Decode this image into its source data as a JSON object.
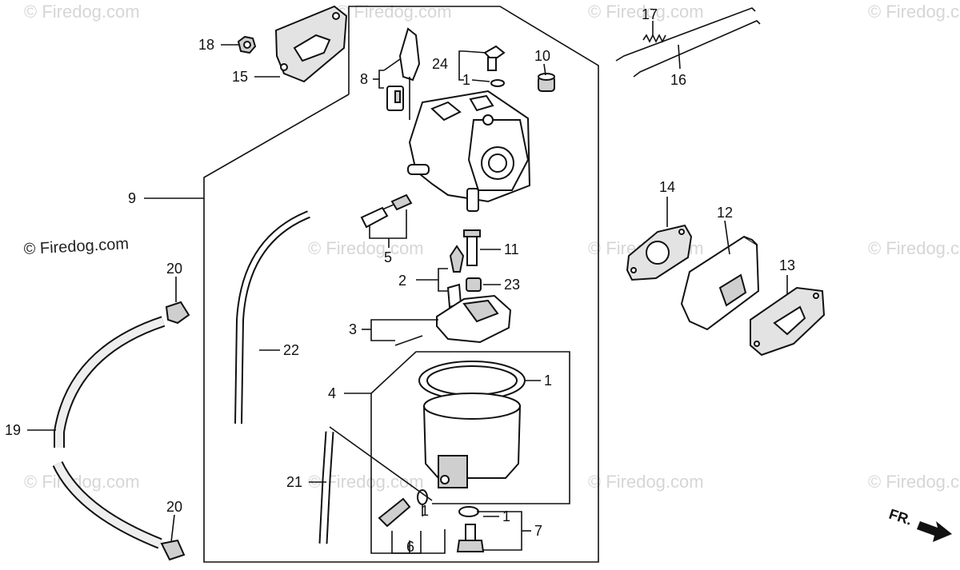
{
  "watermarks": {
    "faint": "© Firedog.com",
    "dark": "© Firedog.com"
  },
  "direction_label": "FR.",
  "callouts": {
    "c1a": "1",
    "c1b": "1",
    "c1c": "1",
    "c1d": "1",
    "c2": "2",
    "c3": "3",
    "c4": "4",
    "c5": "5",
    "c6": "6",
    "c7": "7",
    "c8": "8",
    "c9": "9",
    "c10": "10",
    "c11": "11",
    "c12": "12",
    "c13": "13",
    "c14": "14",
    "c15": "15",
    "c16": "16",
    "c17": "17",
    "c18": "18",
    "c19": "19",
    "c20a": "20",
    "c20b": "20",
    "c21": "21",
    "c22": "22",
    "c23": "23",
    "c24": "24"
  }
}
